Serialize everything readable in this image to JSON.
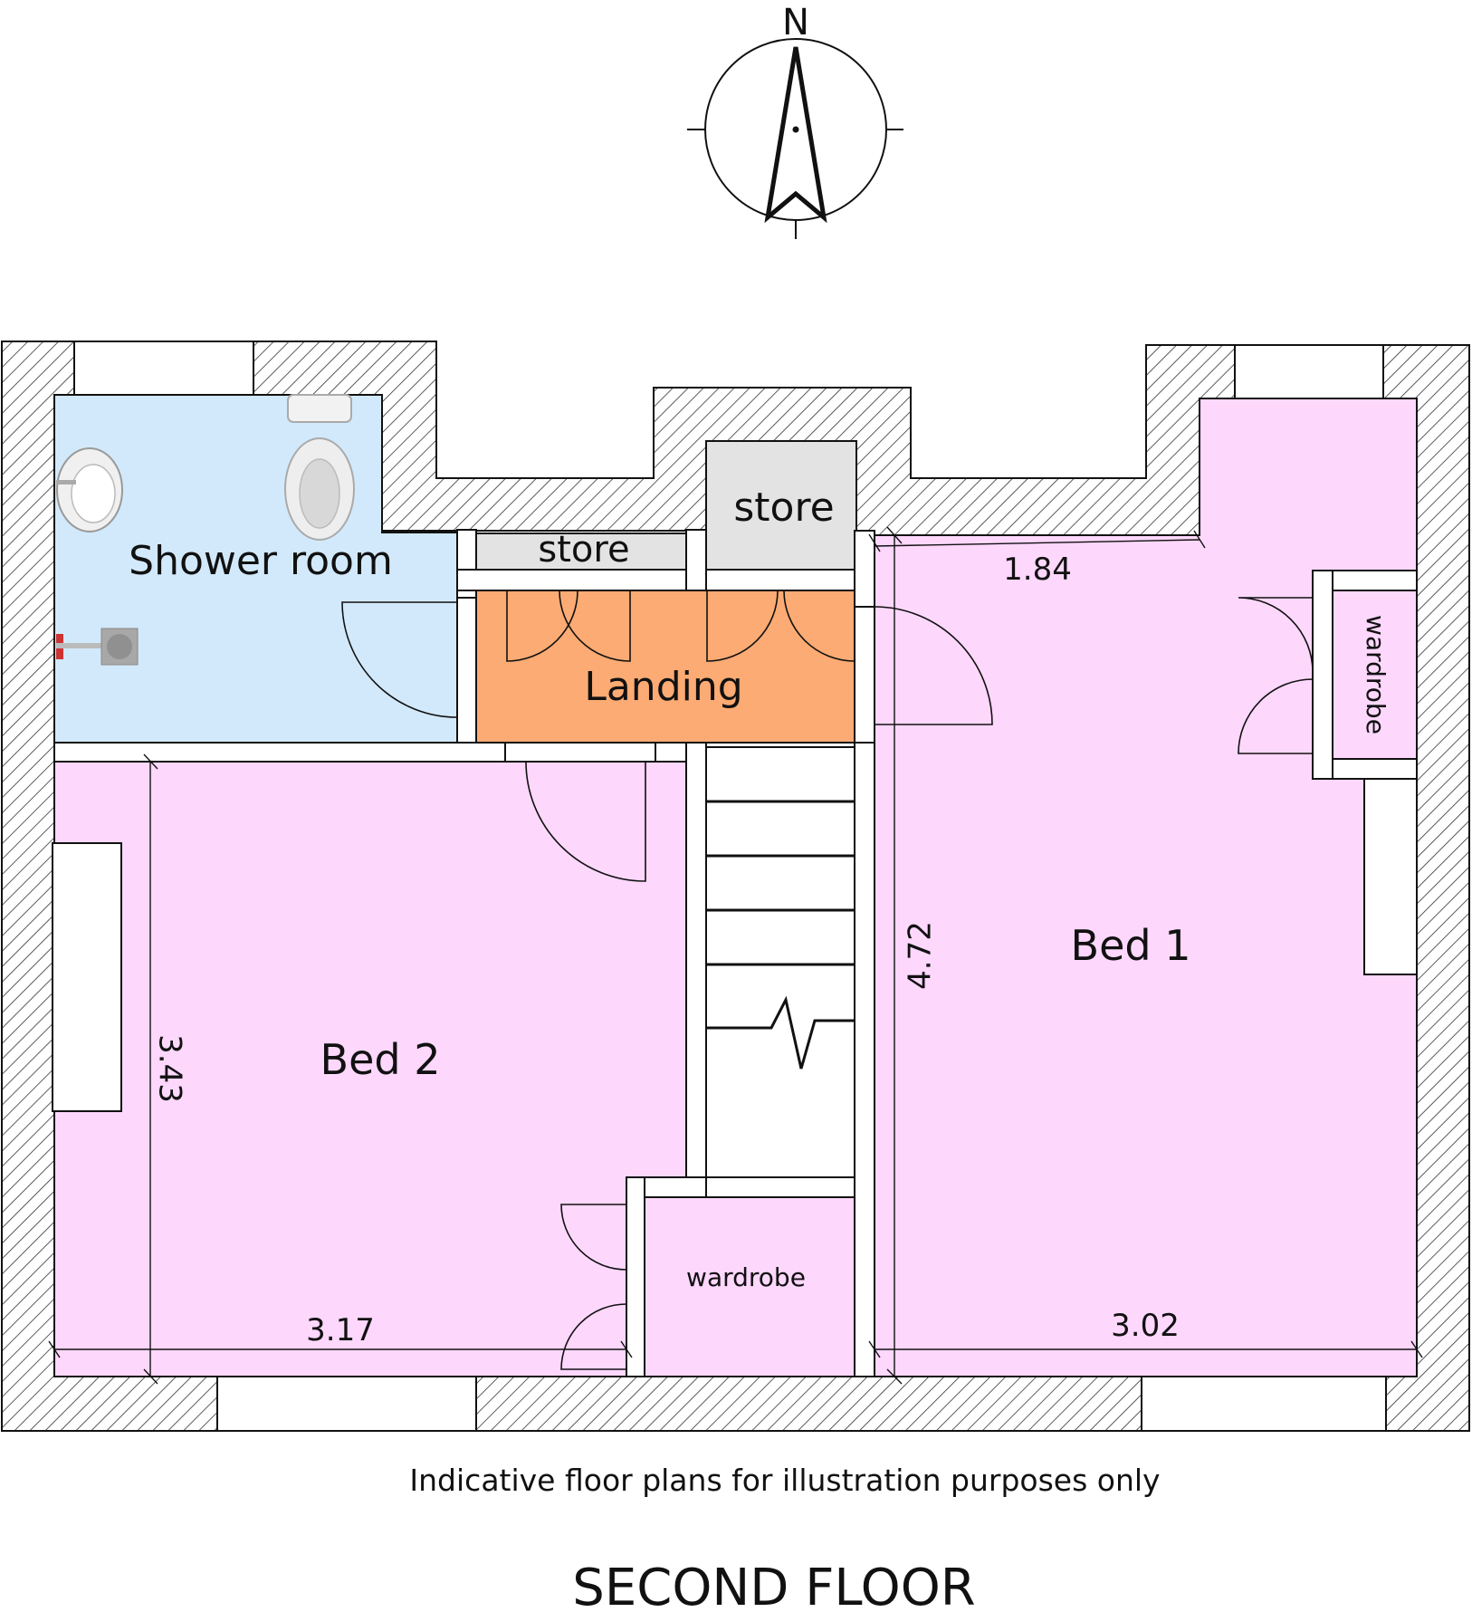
{
  "compass": {
    "north_label": "N"
  },
  "rooms": {
    "shower_room": {
      "label": "Shower room",
      "color": "#d2e9fb"
    },
    "landing": {
      "label": "Landing",
      "color": "#fbab73"
    },
    "store_small": {
      "label": "store",
      "color": "#e3e3e3"
    },
    "store_large": {
      "label": "store",
      "color": "#e3e3e3"
    },
    "bed_1": {
      "label": "Bed 1",
      "color": "#fdd7fc"
    },
    "bed_2": {
      "label": "Bed 2",
      "color": "#fdd7fc"
    },
    "wardrobe_bed1": {
      "label": "wardrobe"
    },
    "wardrobe_bed2": {
      "label": "wardrobe"
    }
  },
  "dimensions": {
    "bed1_top_width": "1.84",
    "bed1_height": "4.72",
    "bed1_bottom_width": "3.02",
    "bed2_height": "3.43",
    "bed2_width": "3.17"
  },
  "footer": {
    "disclaimer": "Indicative floor plans for illustration purposes only",
    "floor_title": "SECOND FLOOR"
  }
}
